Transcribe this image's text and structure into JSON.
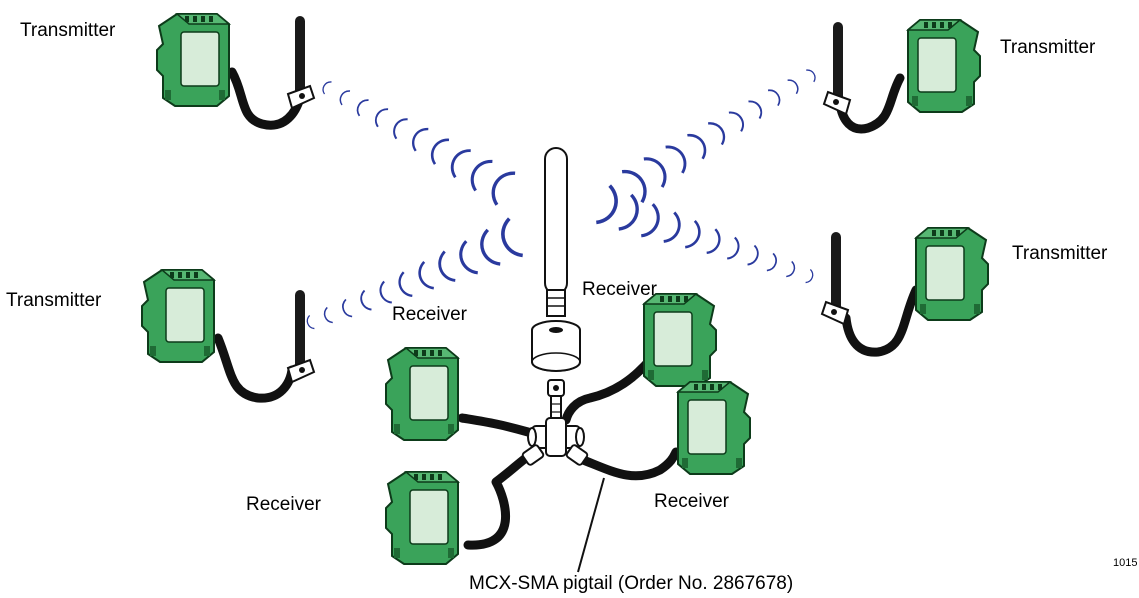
{
  "labels": {
    "tx_top_left": "Transmitter",
    "tx_top_right": "Transmitter",
    "tx_mid_left": "Transmitter",
    "tx_mid_right": "Transmitter",
    "rx_upper_left": "Receiver",
    "rx_upper_right": "Receiver",
    "rx_lower_left": "Receiver",
    "rx_lower_right": "Receiver",
    "pigtail": "MCX-SMA pigtail (Order No. 2867678)",
    "figure_id": "1015"
  },
  "colors": {
    "module_green": "#3aa35a",
    "module_dark_green": "#1f6b35",
    "module_face": "#d7ecd9",
    "cable": "#111111",
    "wave": "#2a3a9e",
    "antenna": "#1a1a1a",
    "text": "#000000"
  }
}
